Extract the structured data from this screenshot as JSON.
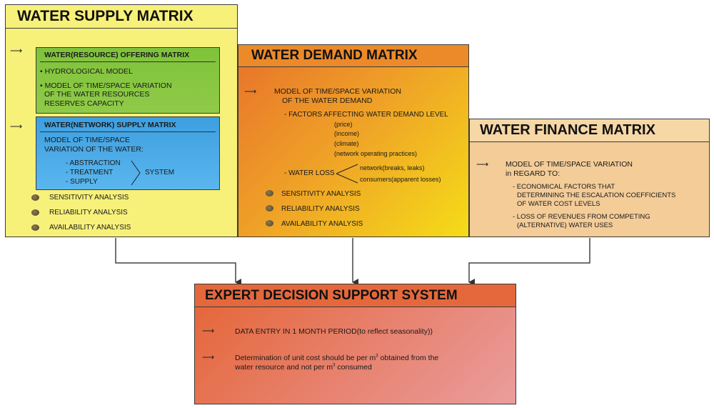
{
  "supply": {
    "title": "WATER SUPPLY MATRIX",
    "resource": {
      "title": "WATER(RESOURCE) OFFERING MATRIX",
      "item1": "• HYDROLOGICAL MODEL",
      "item2_l1": "• MODEL OF  TIME/SPACE VARIATION",
      "item2_l2": "OF THE WATER RESOURCES",
      "item2_l3": "RESERVES CAPACITY"
    },
    "network": {
      "title": "WATER(NETWORK) SUPPLY MATRIX",
      "line1": "MODEL OF TIME/SPACE",
      "line2": "VARIATION OF THE WATER:",
      "sub1": "- ABSTRACTION",
      "sub2": "- TREATMENT",
      "sub3": "- SUPPLY",
      "system": "SYSTEM"
    },
    "analyses": [
      "SENSITIVITY ANALYSIS",
      "RELIABILITY ANALYSIS",
      "AVAILABILITY ANALYSIS"
    ]
  },
  "demand": {
    "title": "WATER DEMAND MATRIX",
    "model_l1": "MODEL OF TIME/SPACE VARIATION",
    "model_l2": "OF THE WATER DEMAND",
    "factors": "- FACTORS AFFECTING WATER DEMAND LEVEL",
    "factor_items": [
      "(price)",
      "(income)",
      "(climate)",
      "(network operating practices)"
    ],
    "loss": "- WATER LOSS",
    "loss_items": [
      "network(breaks, leaks)",
      "consumers(apparent losses)"
    ],
    "analyses": [
      "SENSITIVITY ANALYSIS",
      "RELIABILITY ANALYSIS",
      "AVAILABILITY ANALYSIS"
    ]
  },
  "finance": {
    "title": "WATER  FINANCE MATRIX",
    "model_l1": "MODEL OF TIME/SPACE VARIATION",
    "model_l2": "in REGARD TO:",
    "eco_l1": "- ECONOMICAL FACTORS THAT",
    "eco_l2": "DETERMINING THE ESCALATION COEFFICIENTS",
    "eco_l3": "OF WATER COST LEVELS",
    "loss_l1": "- LOSS OF REVENUES FROM COMPETING",
    "loss_l2": "(ALTERNATIVE) WATER USES"
  },
  "expert": {
    "title": "EXPERT DECISION SUPPORT SYSTEM",
    "entry": "DATA ENTRY IN 1 MONTH PERIOD(to reflect seasonality))",
    "det_l1a": "Determination of unit cost should be per m",
    "det_l1b": " obtained from the",
    "det_l2a": "water resource and not per m",
    "det_l2b": " consumed",
    "sup": "3"
  },
  "colors": {
    "supply_bg": "#f7f17a",
    "resource_bg": "#7cbf3c",
    "network_bg": "#4aa8e6",
    "demand_start": "#e8772a",
    "demand_end": "#f3d21a",
    "finance_bg": "#f4cc98",
    "expert_start": "#e36a3c",
    "expert_end": "#e89a9a"
  }
}
